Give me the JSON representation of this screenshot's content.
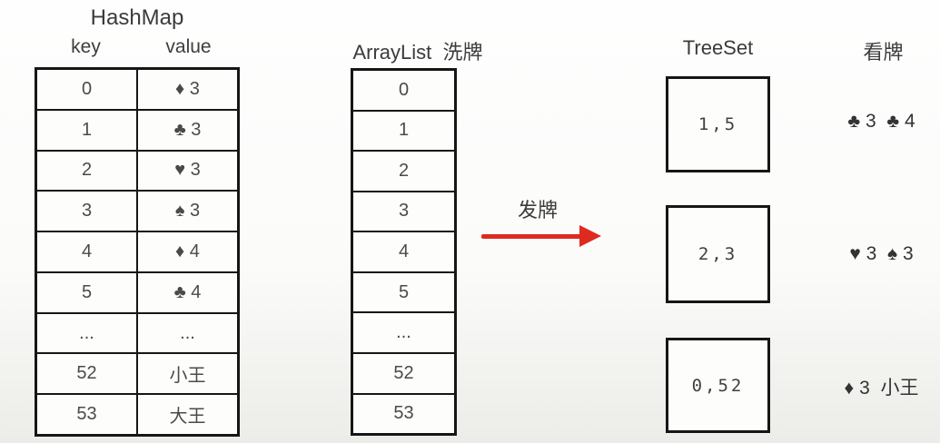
{
  "hashmap": {
    "title": "HashMap",
    "columns": {
      "key": "key",
      "value": "value"
    },
    "rows": [
      {
        "key": "0",
        "value": "♦ 3"
      },
      {
        "key": "1",
        "value": "♣ 3"
      },
      {
        "key": "2",
        "value": "♥ 3"
      },
      {
        "key": "3",
        "value": "♠ 3"
      },
      {
        "key": "4",
        "value": "♦ 4"
      },
      {
        "key": "5",
        "value": "♣ 4"
      },
      {
        "key": "...",
        "value": "..."
      },
      {
        "key": "52",
        "value": "小王"
      },
      {
        "key": "53",
        "value": "大王"
      }
    ]
  },
  "arraylist": {
    "title": "ArrayList  洗牌",
    "items": [
      "0",
      "1",
      "2",
      "3",
      "4",
      "5",
      "...",
      "52",
      "53"
    ]
  },
  "deal": {
    "label": "发牌",
    "arrow_color": "#dd2b22"
  },
  "treeset": {
    "title": "TreeSet",
    "boxes": [
      "1,5",
      "2,3",
      "0,52"
    ]
  },
  "watch": {
    "title": "看牌",
    "hands": [
      "♣ 3  ♣ 4",
      "♥ 3  ♠ 3",
      "♦ 3  小王"
    ]
  }
}
